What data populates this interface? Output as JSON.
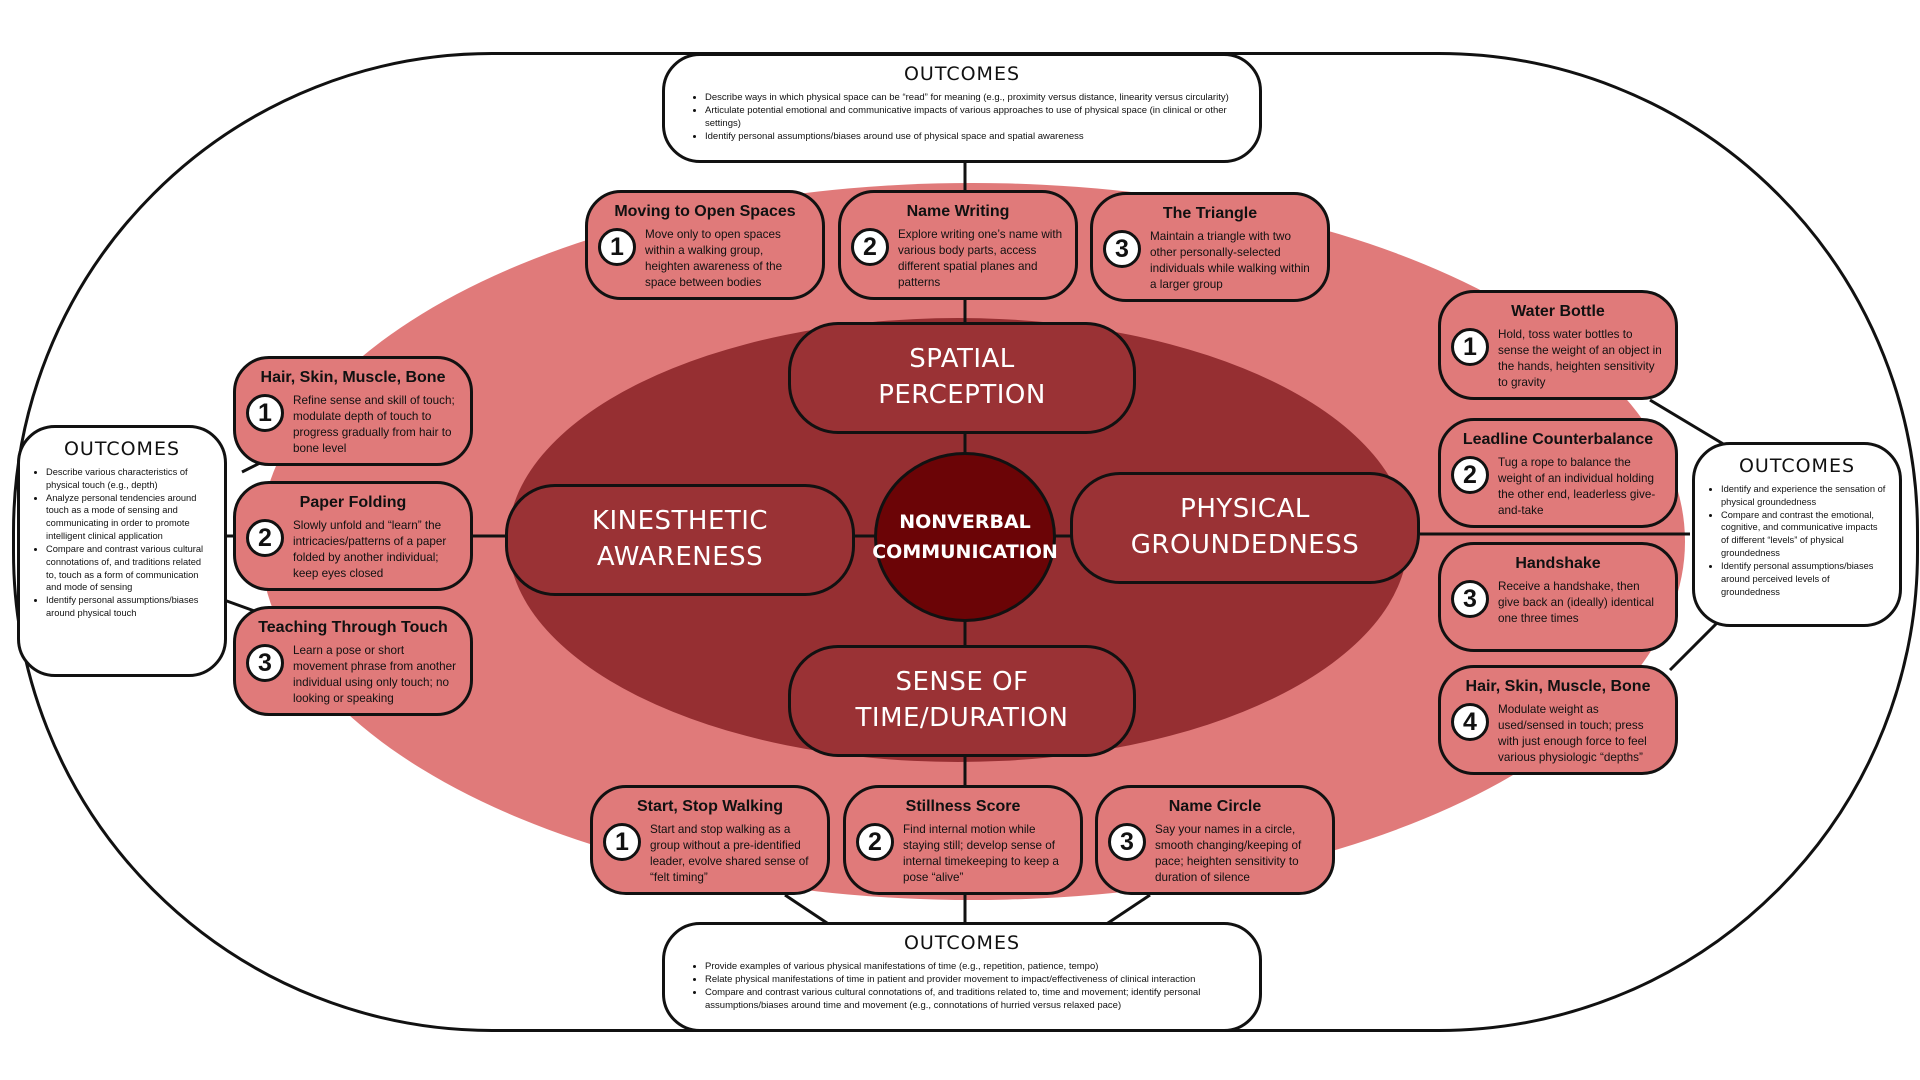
{
  "center": {
    "line1": "NONVERBAL",
    "line2": "COMMUNICATION"
  },
  "domains": {
    "spatial": {
      "line1": "SPATIAL",
      "line2": "PERCEPTION"
    },
    "kinesthetic": {
      "line1": "KINESTHETIC",
      "line2": "AWARENESS"
    },
    "physical": {
      "line1": "PHYSICAL",
      "line2": "GROUNDEDNESS"
    },
    "time": {
      "line1": "SENSE OF",
      "line2": "TIME/DURATION"
    }
  },
  "activities": {
    "top": [
      {
        "number": "1",
        "title": "Moving to Open Spaces",
        "desc": "Move only to open spaces within a walking group, heighten awareness of the space between bodies"
      },
      {
        "number": "2",
        "title": "Name Writing",
        "desc": "Explore writing one’s name with various body parts, access different spatial planes and patterns"
      },
      {
        "number": "3",
        "title": "The Triangle",
        "desc": "Maintain a triangle with two other personally-selected individuals while walking within a larger group"
      }
    ],
    "left": [
      {
        "number": "1",
        "title": "Hair, Skin, Muscle, Bone",
        "desc": "Refine sense and skill of touch; modulate depth of touch to progress gradually from hair to bone level"
      },
      {
        "number": "2",
        "title": "Paper Folding",
        "desc": "Slowly unfold and “learn” the intricacies/patterns of a paper folded by another individual; keep eyes closed"
      },
      {
        "number": "3",
        "title": "Teaching Through Touch",
        "desc": "Learn a pose or short movement phrase from another individual using only touch; no looking or speaking"
      }
    ],
    "right": [
      {
        "number": "1",
        "title": "Water Bottle",
        "desc": "Hold, toss water bottles to sense the weight of an object in the hands, heighten sensitivity to gravity"
      },
      {
        "number": "2",
        "title": "Leadline Counterbalance",
        "desc": "Tug a rope to balance the weight of an individual holding the other end, leaderless give-and-take"
      },
      {
        "number": "3",
        "title": "Handshake",
        "desc": "Receive a handshake, then give back an (ideally) identical one three times"
      },
      {
        "number": "4",
        "title": "Hair, Skin, Muscle, Bone",
        "desc": "Modulate weight as used/sensed in touch; press with just enough force to feel various physiologic “depths”"
      }
    ],
    "bottom": [
      {
        "number": "1",
        "title": "Start, Stop Walking",
        "desc": "Start and stop walking as a group without a pre-identified leader, evolve shared sense of “felt timing”"
      },
      {
        "number": "2",
        "title": "Stillness Score",
        "desc": "Find internal motion while staying still; develop sense of internal timekeeping to keep a pose “alive”"
      },
      {
        "number": "3",
        "title": "Name Circle",
        "desc": "Say your names in a circle, smooth changing/keeping of pace; heighten sensitivity to duration of silence"
      }
    ]
  },
  "outcomes": {
    "top": {
      "title": "OUTCOMES",
      "items": [
        "Describe ways in which physical space can be “read” for meaning (e.g., proximity versus distance, linearity versus circularity)",
        "Articulate potential emotional and communicative impacts of various approaches to use of physical space (in clinical or other settings)",
        "Identify personal assumptions/biases around use of physical space and spatial awareness"
      ]
    },
    "left": {
      "title": "OUTCOMES",
      "items": [
        "Describe various characteristics of physical touch (e.g., depth)",
        "Analyze personal tendencies around touch as a mode of sensing and communicating in order to promote intelligent clinical application",
        "Compare and contrast various cultural connotations of, and traditions related to, touch as a form of communication and mode of sensing",
        "Identify personal assumptions/biases around physical touch"
      ]
    },
    "right": {
      "title": "OUTCOMES",
      "items": [
        "Identify and experience the sensation of physical groundedness",
        "Compare and contrast the emotional, cognitive, and communicative impacts of different “levels” of physical groundedness",
        "Identify personal assumptions/biases around perceived levels of groundedness"
      ]
    },
    "bottom": {
      "title": "OUTCOMES",
      "items": [
        "Provide examples of various physical manifestations of time (e.g., repetition, patience, tempo)",
        "Relate physical manifestations of time in patient and provider movement to impact/effectiveness of clinical interaction",
        "Compare and contrast various cultural connotations of, and traditions related to, time and movement; identify personal assumptions/biases around time and movement (e.g., connotations of hurried versus relaxed pace)"
      ]
    }
  }
}
